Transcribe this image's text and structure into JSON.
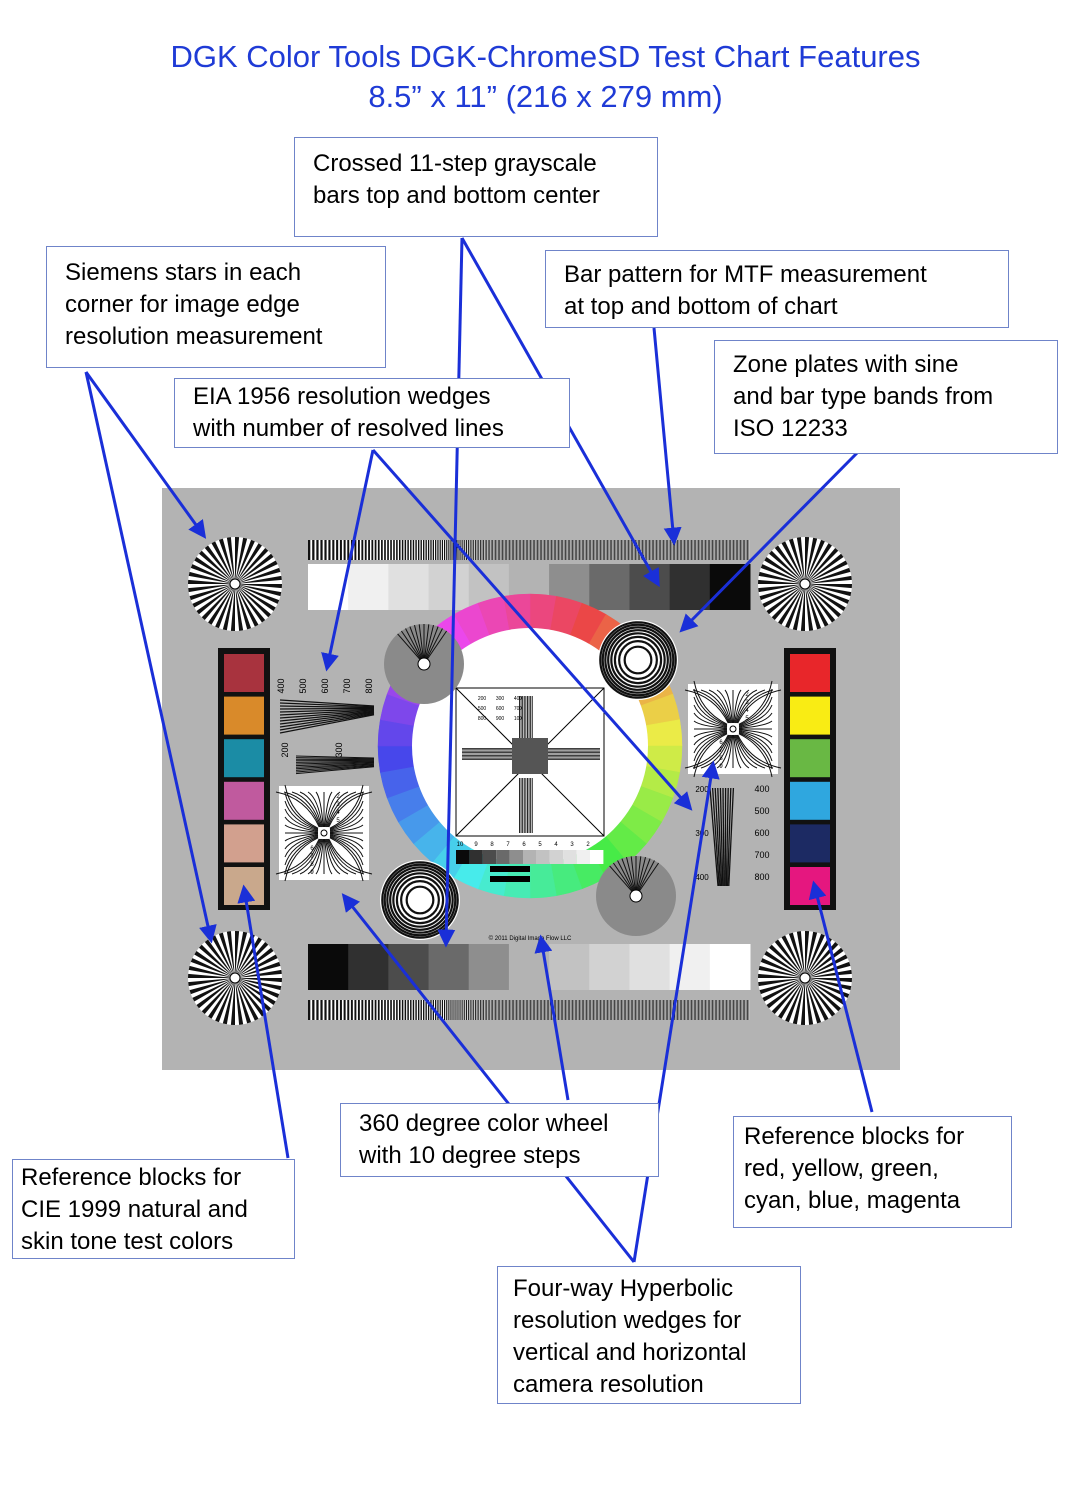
{
  "title": {
    "line1": "DGK Color Tools DGK-ChromeSD Test Chart Features",
    "line2": "8.5” x 11” (216 x 279 mm)"
  },
  "callouts": {
    "grayscale": [
      "Crossed 11-step grayscale",
      "bars top and bottom center"
    ],
    "siemens": [
      "Siemens stars in each",
      "corner for image edge",
      "resolution measurement"
    ],
    "bar_pattern": [
      "Bar pattern for MTF measurement",
      "at top and bottom of chart"
    ],
    "zone_plates": [
      "Zone plates with sine",
      "and bar type bands from",
      "ISO 12233"
    ],
    "eia": [
      "EIA 1956 resolution wedges",
      "with number of resolved lines"
    ],
    "color_wheel": [
      "360 degree color wheel",
      "with 10 degree steps"
    ],
    "cie": [
      "Reference blocks for",
      "CIE 1999 natural and",
      "skin tone test colors"
    ],
    "rgb_blocks": [
      "Reference blocks for",
      "red, yellow, green,",
      "cyan, blue, magenta"
    ],
    "hyperbolic": [
      "Four-way Hyperbolic",
      "resolution wedges for",
      "vertical and horizontal",
      "camera resolution"
    ]
  },
  "chart": {
    "copyright": "© 2011 Digital Image Flow LLC",
    "eia_scale_a": [
      "400",
      "500",
      "600",
      "700",
      "800"
    ],
    "eia_scale_b": [
      "200",
      "300"
    ],
    "eia_scale_right": [
      "400",
      "500",
      "600",
      "700",
      "800"
    ],
    "eia_scale_right_b": [
      "200",
      "300",
      "400"
    ],
    "hyper_labels_top": [
      "2",
      "3",
      "4",
      "5"
    ],
    "hyper_labels_bottom": [
      "6",
      "7",
      "8",
      "9"
    ],
    "center_labels": [
      "200",
      "300",
      "400",
      "500",
      "600",
      "700",
      "800",
      "900",
      "100",
      "10",
      "9",
      "8",
      "7",
      "6",
      "5",
      "4",
      "3",
      "2"
    ],
    "cie_colors": [
      "#a8333e",
      "#d98a2a",
      "#1b8ca5",
      "#c05a9e",
      "#d2a08e",
      "#c9a88c"
    ],
    "rgb_colors": [
      "#e8262a",
      "#f9ec14",
      "#69b844",
      "#2fa7df",
      "#1c2a63",
      "#e5177f"
    ],
    "grayscale_top": [
      "#ffffff",
      "#f0f0f0",
      "#e0e0e0",
      "#d2d2d2",
      "#c2c2c2",
      "#b3b3b3",
      "#8e8e8e",
      "#6a6a6a",
      "#4c4c4c",
      "#303030",
      "#0a0a0a"
    ],
    "grayscale_bottom": [
      "#0a0a0a",
      "#303030",
      "#4c4c4c",
      "#6a6a6a",
      "#8e8e8e",
      "#b3b3b3",
      "#c2c2c2",
      "#d2d2d2",
      "#e0e0e0",
      "#f0f0f0",
      "#ffffff"
    ]
  },
  "colors": {
    "title": "#1f3bd6",
    "arrow": "#1a2fd8",
    "callout_border": "#6f84c9",
    "panel": "#b3b3b3"
  }
}
